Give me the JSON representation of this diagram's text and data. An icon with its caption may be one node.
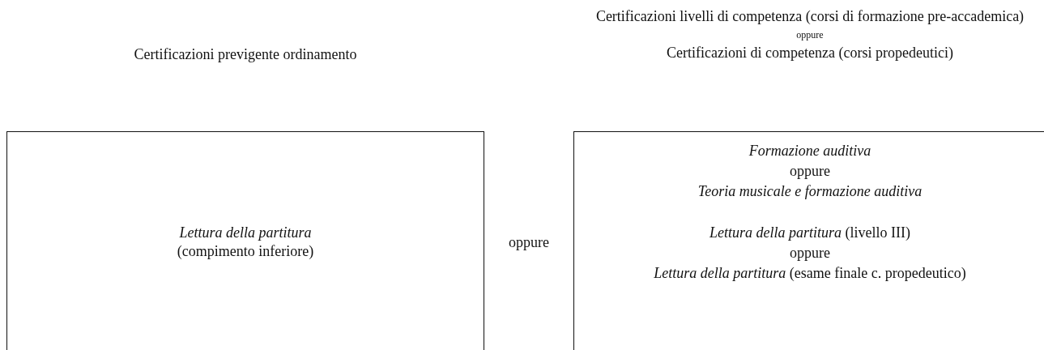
{
  "diagram": {
    "nodes": [
      {
        "text": [
          "Certificazioni previgente ordinamento",
          "*Lettura della partitura* (compimento inferiore)"
        ]
      },
      {
        "text": [
          "Certificazioni livelli di competenza (corsi di formazione pre-accademica)",
          "oppure",
          "Certificazioni di competenza (corsi propedeutici)",
          "Formazione auditiva",
          "oppure",
          "Teoria musicale e formazione auditiva",
          "*Lettura della partitura* (livello III)",
          "oppure",
          "*Lettura della partitura* (esame finale c. propedeutico)"
        ]
      }
    ],
    "labels": [
      "oppure"
    ]
  }
}
